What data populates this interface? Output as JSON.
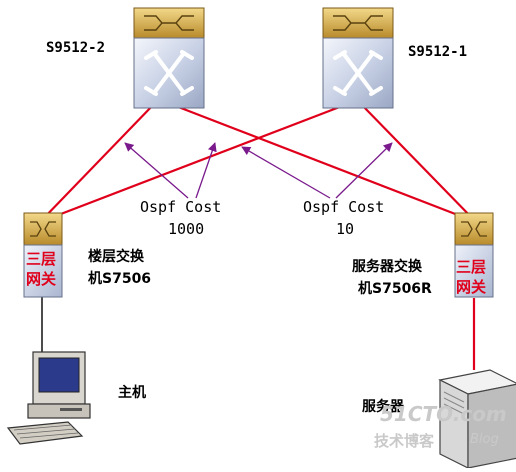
{
  "core_switches": [
    {
      "name": "S9512-2"
    },
    {
      "name": "S9512-1"
    }
  ],
  "floor_switch": {
    "gateway_label": [
      "三层",
      "网关"
    ],
    "name_lines": [
      "楼层交换",
      "机S7506"
    ]
  },
  "server_switch": {
    "gateway_label": [
      "三层",
      "网关"
    ],
    "name_lines": [
      "服务器交换",
      "机S7506R"
    ]
  },
  "ospf": [
    {
      "label": "Ospf Cost",
      "value": "1000"
    },
    {
      "label": "Ospf Cost",
      "value": "10"
    }
  ],
  "host": {
    "label": "主机"
  },
  "server": {
    "label": "服务器"
  },
  "watermark": {
    "site": "51CTO.com",
    "sub": "技术博客",
    "blog": "Blog"
  },
  "colors": {
    "link": "#e0001b",
    "arrow": "#7a1a8c",
    "gateway_text": "#e0001b"
  }
}
